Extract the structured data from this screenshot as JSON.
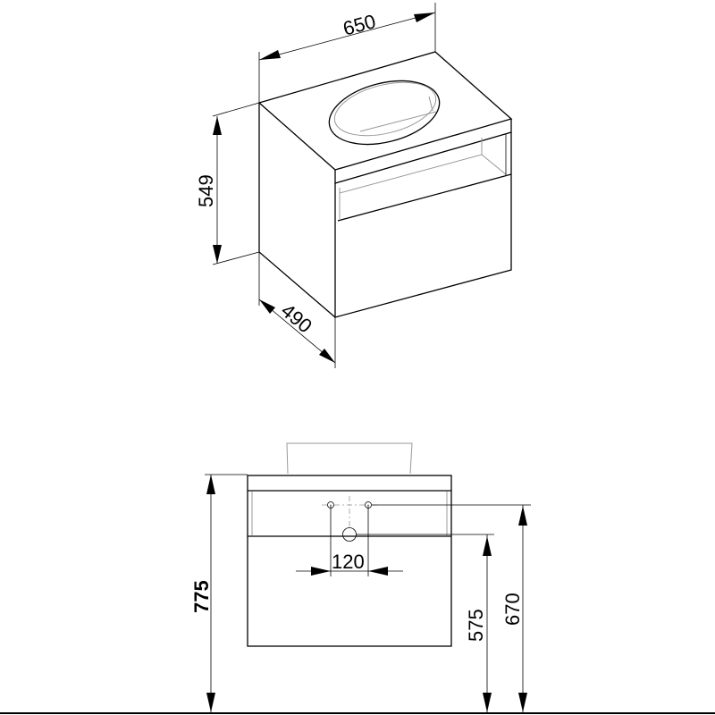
{
  "title": "Vanity unit dimension drawing",
  "isometric_view": {
    "width_label": "650",
    "height_label": "549",
    "depth_label": "490"
  },
  "front_view": {
    "total_height_label": "775",
    "tap_spacing_label": "120",
    "drain_height_label": "575",
    "tap_height_label": "670"
  }
}
